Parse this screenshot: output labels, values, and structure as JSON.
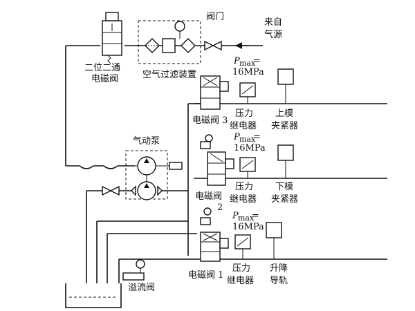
{
  "labels": {
    "air_source": [
      "来自",
      "气源"
    ],
    "valve": "阀门",
    "two_position_valve": [
      "二位二通",
      "电磁阀"
    ],
    "air_filter": "空气过滤装置",
    "air_pump": "气动泵",
    "overflow_valve": "溢流阀",
    "solenoid_3": "电磁阀 3",
    "solenoid_2": "电磁阀",
    "solenoid_2_num": "2",
    "solenoid_1": "电磁阀 1",
    "pressure_relay": [
      "压力",
      "继电器"
    ],
    "upper_die_clamp": [
      "上模",
      "夹紧器"
    ],
    "lower_die_clamp": [
      "下模",
      "夹紧器"
    ],
    "lift_guide": [
      "升降",
      "导轨"
    ],
    "pmax_symbol": "P",
    "pmax_sub": "max",
    "pmax_eq": "=",
    "pmax_value": "16MPa"
  }
}
